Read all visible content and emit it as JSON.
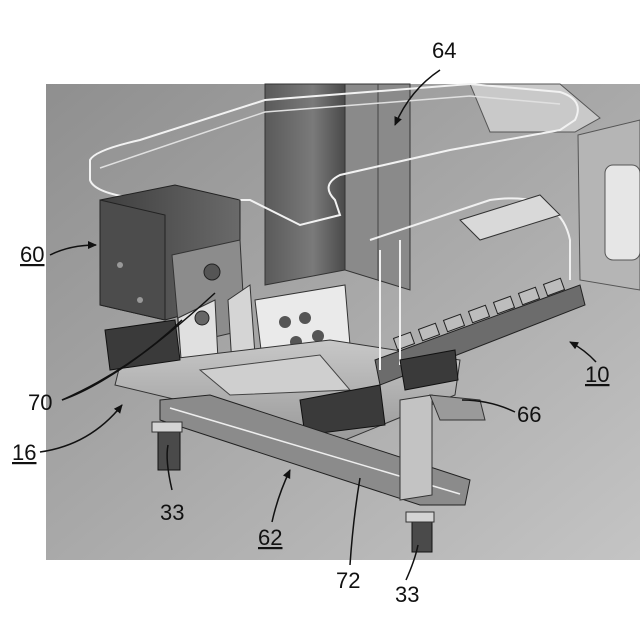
{
  "figure": {
    "labels": {
      "l64": "64",
      "l60": "60",
      "l70": "70",
      "l16": "16",
      "l10": "10",
      "l66": "66",
      "l33a": "33",
      "l33b": "33",
      "l62": "62",
      "l72": "72"
    },
    "underlined": [
      "60",
      "16",
      "10",
      "62"
    ]
  }
}
